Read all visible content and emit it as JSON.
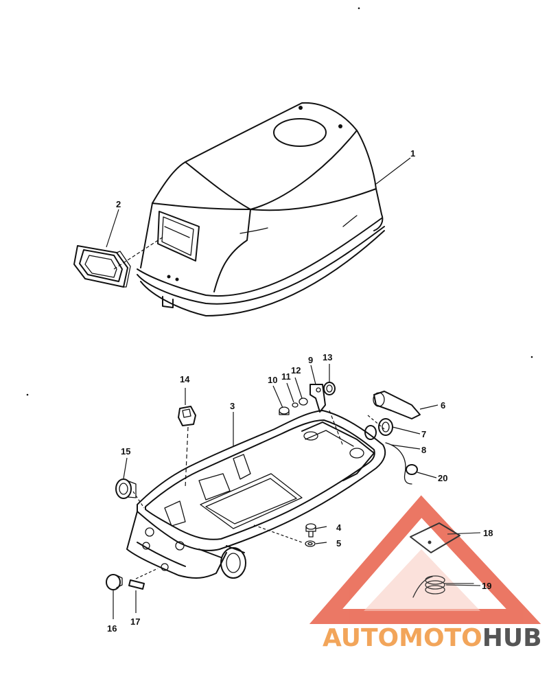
{
  "diagram": {
    "callouts": {
      "c1": "1",
      "c2": "2",
      "c3": "3",
      "c4": "4",
      "c5": "5",
      "c6": "6",
      "c7": "7",
      "c8": "8",
      "c9": "9",
      "c10": "10",
      "c11": "11",
      "c12": "12",
      "c13": "13",
      "c14": "14",
      "c15": "15",
      "c16": "16",
      "c17": "17",
      "c18": "18",
      "c19": "19",
      "c20": "20"
    }
  },
  "watermark": {
    "brand_part1": "AUTOMOTO",
    "brand_part2": "HUB",
    "color_primary": "#e8604a",
    "color_secondary": "#f2a55a",
    "color_dark": "#555555"
  }
}
